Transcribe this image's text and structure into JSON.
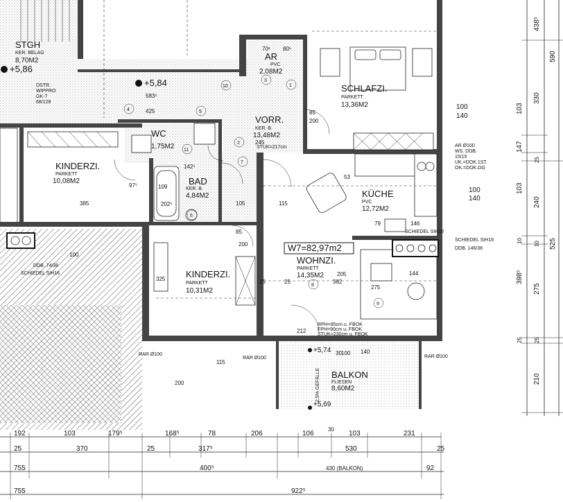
{
  "rooms": {
    "stgh": {
      "name": "STGH",
      "floor": "KER. BELAG",
      "area": "8,70M2"
    },
    "ar": {
      "name": "AR",
      "floor": "PVC",
      "area": "2,08M2"
    },
    "schlafzi": {
      "name": "SCHLAFZI.",
      "floor": "PARKETT",
      "area": "13,36M2"
    },
    "vorr": {
      "name": "VORR.",
      "floor": "KER. B.",
      "area": "13,48M2"
    },
    "wc": {
      "name": "WC",
      "area": "1,75M2"
    },
    "kinderzi1": {
      "name": "KINDERZI.",
      "floor": "PARKETT",
      "area": "10,08M2"
    },
    "bad": {
      "name": "BAD",
      "floor": "KER. B.",
      "area": "4,84M2"
    },
    "kueche": {
      "name": "KÜCHE",
      "floor": "PVC",
      "area": "12,72M2"
    },
    "kinderzi2": {
      "name": "KINDERZI.",
      "floor": "PARKETT",
      "area": "10,31M2"
    },
    "wohnzi": {
      "name": "WOHNZI.",
      "floor": "PARKETT",
      "area": "14,35M2"
    },
    "balkon": {
      "name": "BALKON",
      "floor": "FLIESEN",
      "area": "8,60M2"
    }
  },
  "unit_total": "W7=82,97m2",
  "levels": {
    "l1": "+5,86",
    "l2": "+5,84",
    "l3": "+5,74",
    "l4": "+5,69"
  },
  "notes": {
    "dstr": "DSTR.",
    "wippro": "WIPPRO",
    "gk": "GK-7",
    "gk_dim": "68/128",
    "ar100": "AR Ø100",
    "ws_ddb": "WS. DDB.",
    "ws_dim": "15/15",
    "uk_dok": "UK.=DOK.1ST.",
    "ok_dok": "OK.=DOK.DG",
    "schiedel_sih16_1": "SCHIEDEL SIH16",
    "schiedel_sih16_2": "SCHIEDEL SIH16",
    "ddb_146": "DDB. 146/38",
    "ddb_74": "DDB. 74/38",
    "schiedel_sih16_3": "SCHIEDEL SIH16",
    "rar1": "RAR Ø100",
    "rar2": "RAR Ø100",
    "rar3": "RAR Ø100",
    "stuk": "STUK=217cm",
    "gefaelle": "2,5% GEFÄLLE",
    "fpbr1": "RPH=85cm u. FBOK",
    "fpbr2": "FPH=90cm u. FBOK",
    "fpbr3": "STUK=230cm u. FBOK"
  },
  "dims_bottom": {
    "row1": [
      "192",
      "103",
      "179⁵",
      "168⁵",
      "78",
      "206",
      "106",
      "30",
      "103",
      "231"
    ],
    "row2": [
      "25",
      "370",
      "25",
      "317⁵",
      "530",
      "25"
    ],
    "row3": [
      "755",
      "400⁵",
      "430 (BALKON)",
      "92"
    ],
    "row4": [
      "755",
      "922⁵"
    ]
  },
  "dims_right": {
    "col1": [
      "100",
      "140",
      "103",
      "147",
      "103",
      "100",
      "140",
      "10",
      "398⁵",
      "25"
    ],
    "col2": [
      "438⁵",
      "330",
      "25",
      "240",
      "10",
      "275",
      "25",
      "210"
    ],
    "col3": [
      "590",
      "525"
    ]
  },
  "dims_inner": [
    "70¹",
    "80⁵",
    "85",
    "200",
    "583⁵",
    "425",
    "245",
    "85",
    "200",
    "109",
    "202⁵",
    "385",
    "97⁵",
    "142⁵",
    "105",
    "115",
    "53",
    "79",
    "146",
    "325",
    "200",
    "115",
    "205",
    "382",
    "275",
    "144",
    "25",
    "25",
    "212",
    "140",
    "100",
    "30",
    "100"
  ],
  "symbols": {
    "c1": "1",
    "c2": "2",
    "c3": "3",
    "c4": "4",
    "c5": "5",
    "c6": "6",
    "c7": "7",
    "c8": "8",
    "c9": "9",
    "c10": "10",
    "c11": "11"
  }
}
